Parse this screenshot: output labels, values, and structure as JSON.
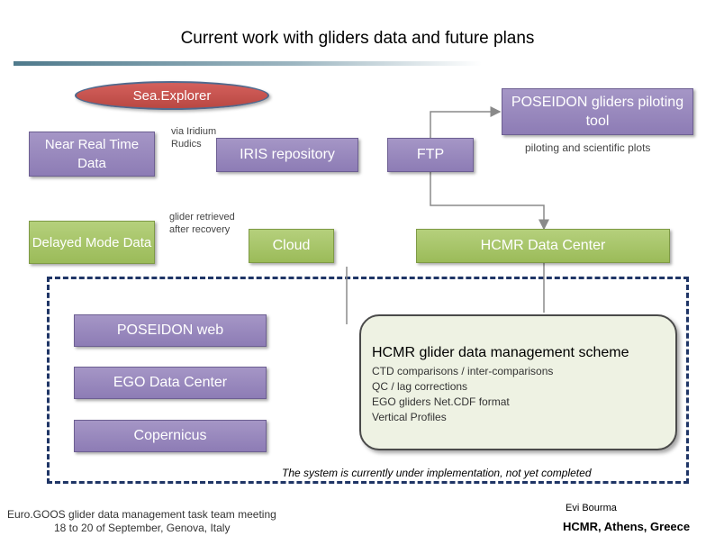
{
  "title": "Current work with gliders data and future plans",
  "nodes": {
    "sea_explorer": "Sea.Explorer",
    "near_real_time": "Near Real Time Data",
    "delayed_mode": "Delayed Mode Data",
    "via_iridium": "via Iridium Rudics",
    "glider_retrieved": "glider retrieved after recovery",
    "iris_repository": "IRIS repository",
    "ftp": "FTP",
    "poseidon_tool": "POSEIDON gliders piloting tool",
    "piloting_plots": "piloting and scientific plots",
    "cloud": "Cloud",
    "hcmr_data_center": "HCMR Data Center",
    "poseidon_web": "POSEIDON web",
    "ego_data_center": "EGO Data Center",
    "copernicus": "Copernicus"
  },
  "scheme": {
    "title": "HCMR glider data management scheme",
    "items": [
      "CTD comparisons / inter-comparisons",
      "QC / lag corrections",
      "EGO gliders Net.CDF format",
      "Vertical Profiles"
    ]
  },
  "note": "The system is currently under implementation, not yet completed",
  "footer": {
    "line1": "Euro.GOOS glider data management task team meeting",
    "line2": "18 to 20 of September, Genova, Italy",
    "author": "Evi Bourma",
    "org": "HCMR, Athens, Greece"
  },
  "colors": {
    "violet": "#8d7cb5",
    "green": "#9bbb59",
    "red": "#c0504d",
    "navy": "#1f3566"
  }
}
